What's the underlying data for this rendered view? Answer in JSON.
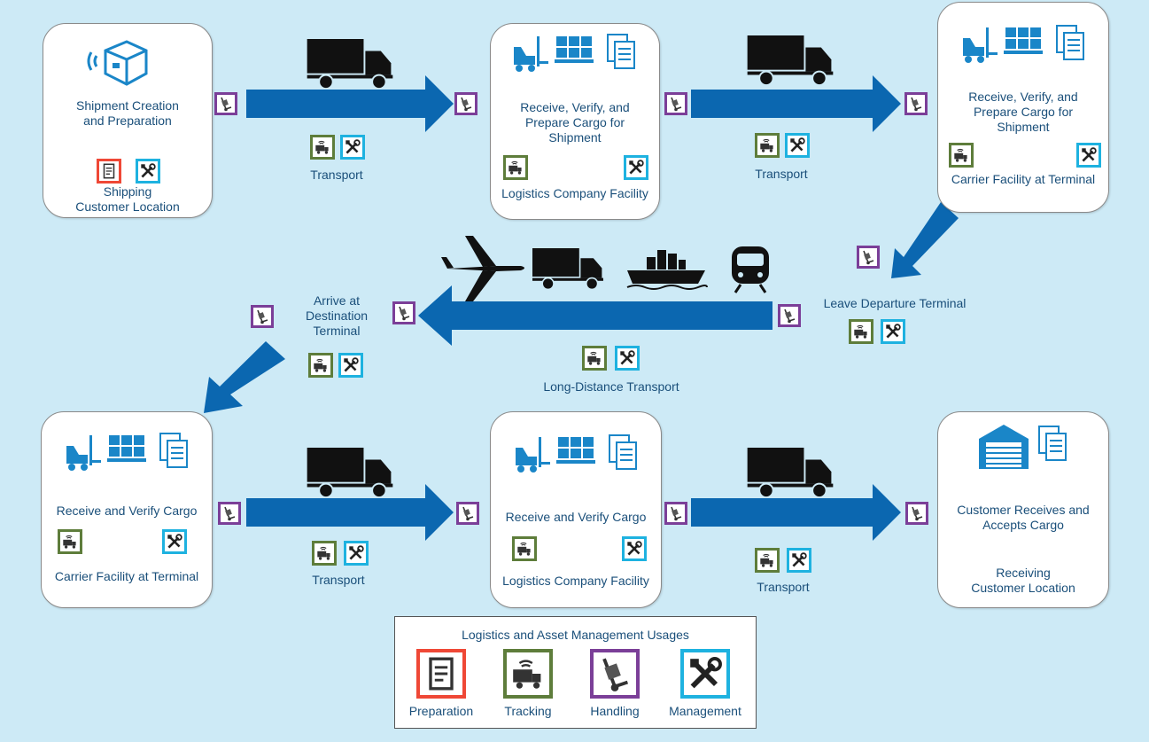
{
  "boxes": {
    "b1": {
      "title": "Shipment Creation\nand Preparation",
      "location": "Shipping\nCustomer Location"
    },
    "b2": {
      "title": "Receive, Verify, and\nPrepare Cargo for\nShipment",
      "location": "Logistics Company Facility"
    },
    "b3": {
      "title": "Receive, Verify, and\nPrepare Cargo for\nShipment",
      "location": "Carrier Facility at Terminal"
    },
    "b4": {
      "title": "Receive and Verify Cargo",
      "location": "Carrier Facility at Terminal"
    },
    "b5": {
      "title": "Receive and Verify Cargo",
      "location": "Logistics Company Facility"
    },
    "b6": {
      "title": "Customer Receives and\nAccepts Cargo",
      "location": "Receiving\nCustomer Location"
    }
  },
  "steps": {
    "transport1": "Transport",
    "transport2": "Transport",
    "transport3": "Transport",
    "transport4": "Transport",
    "leave": "Leave Departure Terminal",
    "arrive": "Arrive at\nDestination\nTerminal",
    "long_distance": "Long-Distance Transport"
  },
  "legend": {
    "title": "Logistics and Asset Management Usages",
    "items": [
      {
        "label": "Preparation",
        "color": "#ef4836",
        "icon": "document-icon"
      },
      {
        "label": "Tracking",
        "color": "#5e7d3b",
        "icon": "tracking-truck-icon"
      },
      {
        "label": "Handling",
        "color": "#7b3f98",
        "icon": "hand-truck-icon"
      },
      {
        "label": "Management",
        "color": "#1eb2e0",
        "icon": "tools-icon"
      }
    ]
  },
  "colors": {
    "arrow": "#0b67b0",
    "text": "#1a4f7a",
    "background": "#cdeaf6"
  }
}
